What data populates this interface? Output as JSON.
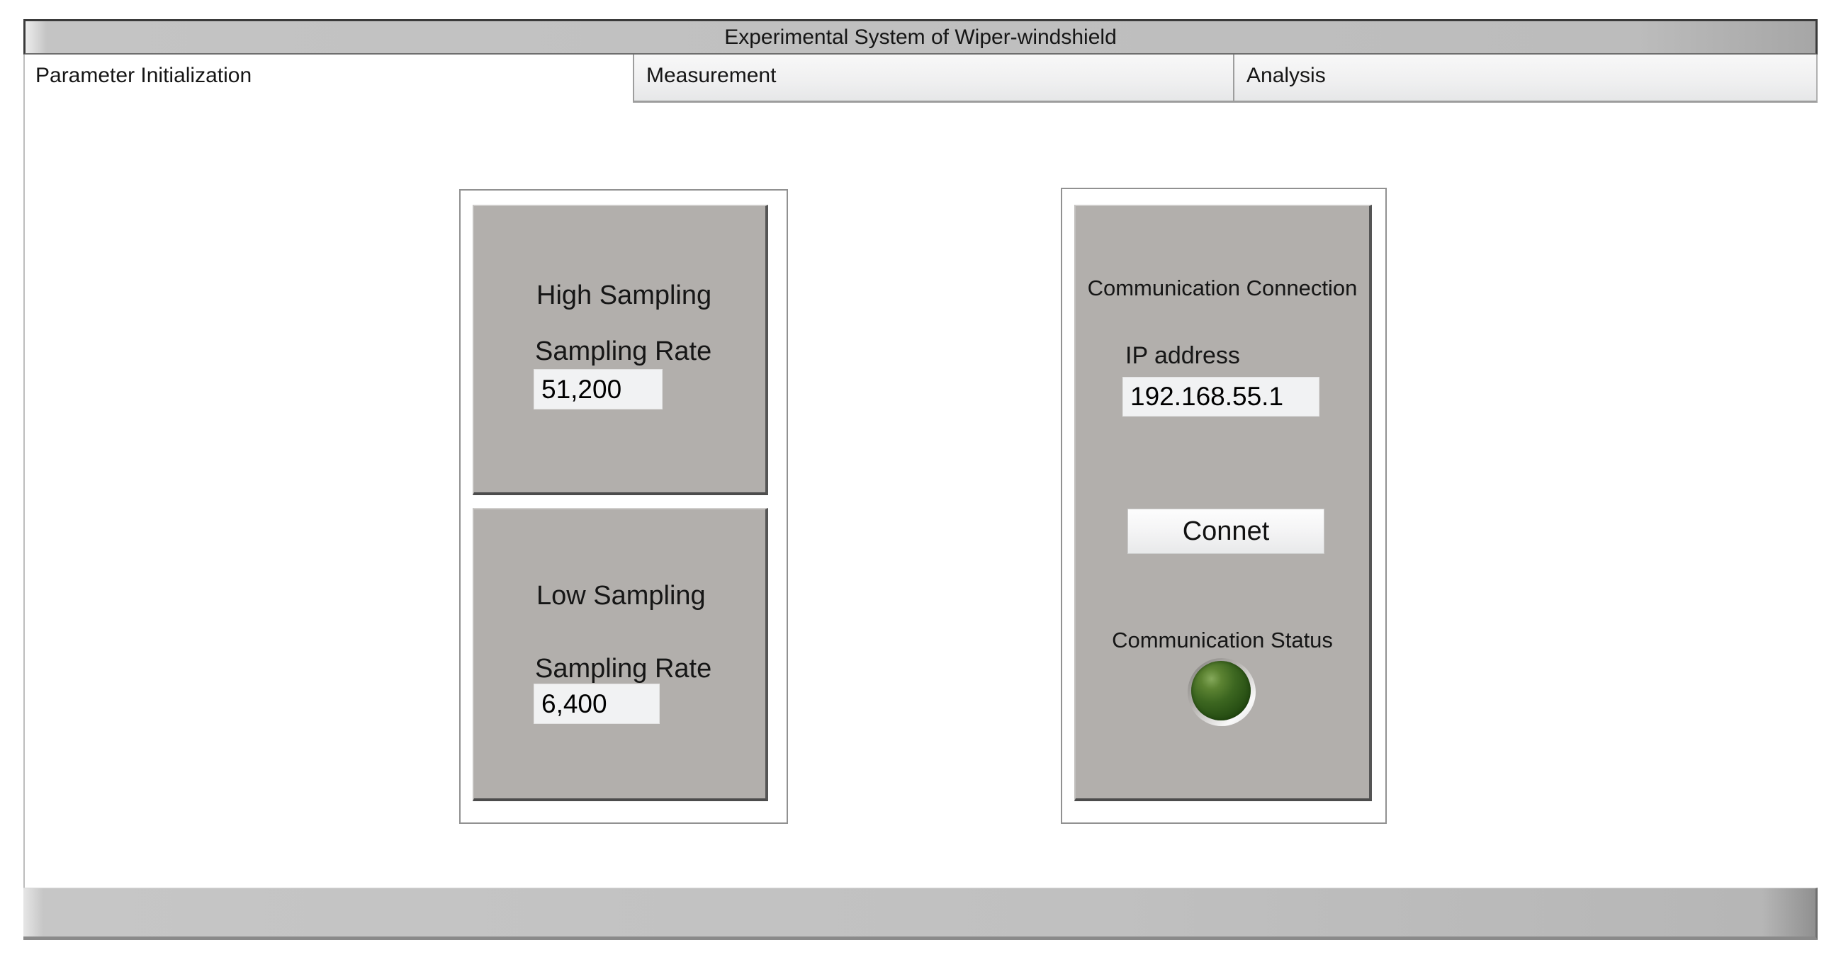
{
  "window": {
    "title": "Experimental System of Wiper-windshield",
    "tabs": [
      {
        "label": "Parameter Initialization",
        "active": true
      },
      {
        "label": "Measurement",
        "active": false
      },
      {
        "label": "Analysis",
        "active": false
      }
    ]
  },
  "sampling": {
    "high": {
      "title": "High Sampling",
      "rate_label": "Sampling Rate",
      "rate_value": "51,200"
    },
    "low": {
      "title": "Low Sampling",
      "rate_label": "Sampling Rate",
      "rate_value": "6,400"
    }
  },
  "communication": {
    "title": "Communication Connection",
    "ip_label": "IP address",
    "ip_value": "192.168.55.1",
    "connect_label": "Connet",
    "status_label": "Communication Status",
    "status_led_color": "#2b5316"
  },
  "colors": {
    "chrome_gray": "#c0c0c0",
    "panel_gray": "#b2afac",
    "frame_dark": "#3a3a3a",
    "input_bg": "#f1f2f3",
    "led_green": "#2b5316"
  }
}
